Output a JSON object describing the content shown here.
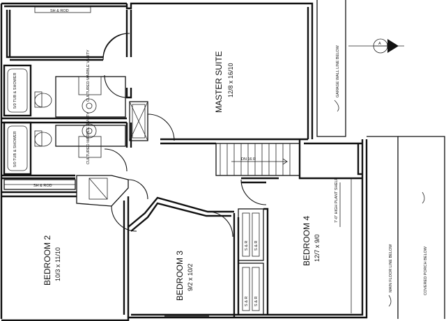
{
  "plan": {
    "rooms": {
      "master": {
        "name": "MASTER SUITE",
        "dims": "12/8 x 16/10"
      },
      "bed2": {
        "name": "BEDROOM 2",
        "dims": "10/3 x 11/10"
      },
      "bed3": {
        "name": "BEDROOM 3",
        "dims": "9/2 x 10/2"
      },
      "bed4": {
        "name": "BEDROOM 4",
        "dims": "12/7 x 9/0"
      }
    },
    "notes": {
      "garage_wall": "GARAGE WALL LINE BELOW",
      "main_floor": "MAIN FLOOR LINE BELOW",
      "covered_porch": "COVERED PORCH BELOW",
      "plant_shelf": "7'-0\" HIGH PLANT SHELF",
      "tub_shower_1": "5/0 TUB & SHOWER",
      "tub_shower_2": "5/0 TUB & SHOWER",
      "lav_1": "CULTURED MARBLE VANITY",
      "lav_2": "CULTURED MARBLE VANITY",
      "stair": "DN 16 R",
      "closet_top": "SH & ROD",
      "closet_b2": "SH & ROD",
      "closet_dr_1": "S & R",
      "closet_dr_2": "S & R",
      "closet_dr_3": "S & R",
      "closet_dr_4": "S & R"
    },
    "marker_symbol": "A"
  }
}
